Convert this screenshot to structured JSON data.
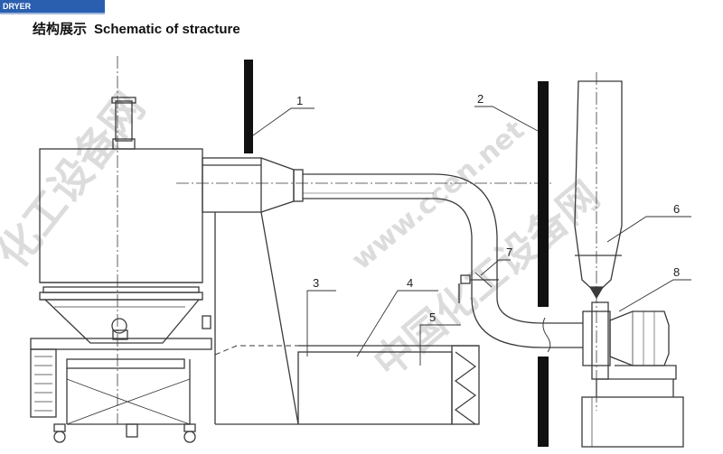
{
  "header": {
    "tag": "DRYER",
    "title_cn": "结构展示",
    "title_en": "Schematic of stracture"
  },
  "callouts": [
    "1",
    "2",
    "3",
    "4",
    "5",
    "6",
    "7",
    "8"
  ],
  "watermark": {
    "text_left": "化工设备网",
    "text_url": "www.ccen.net",
    "text_right": "中国化工设备网"
  },
  "colors": {
    "line": "#3a3a3a",
    "header_blue": "#2a5fb0"
  }
}
